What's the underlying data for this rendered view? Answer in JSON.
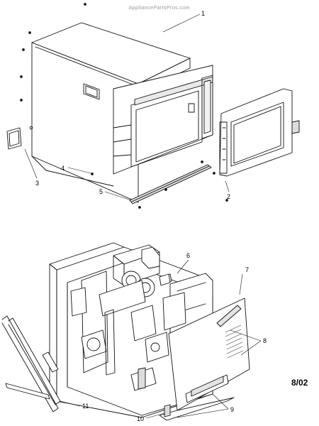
{
  "watermark": "AppliancePartsPros.com",
  "revision": "8/02",
  "callouts": [
    "1",
    "2",
    "3",
    "4",
    "5",
    "6",
    "7",
    "8",
    "9",
    "10",
    "11"
  ]
}
